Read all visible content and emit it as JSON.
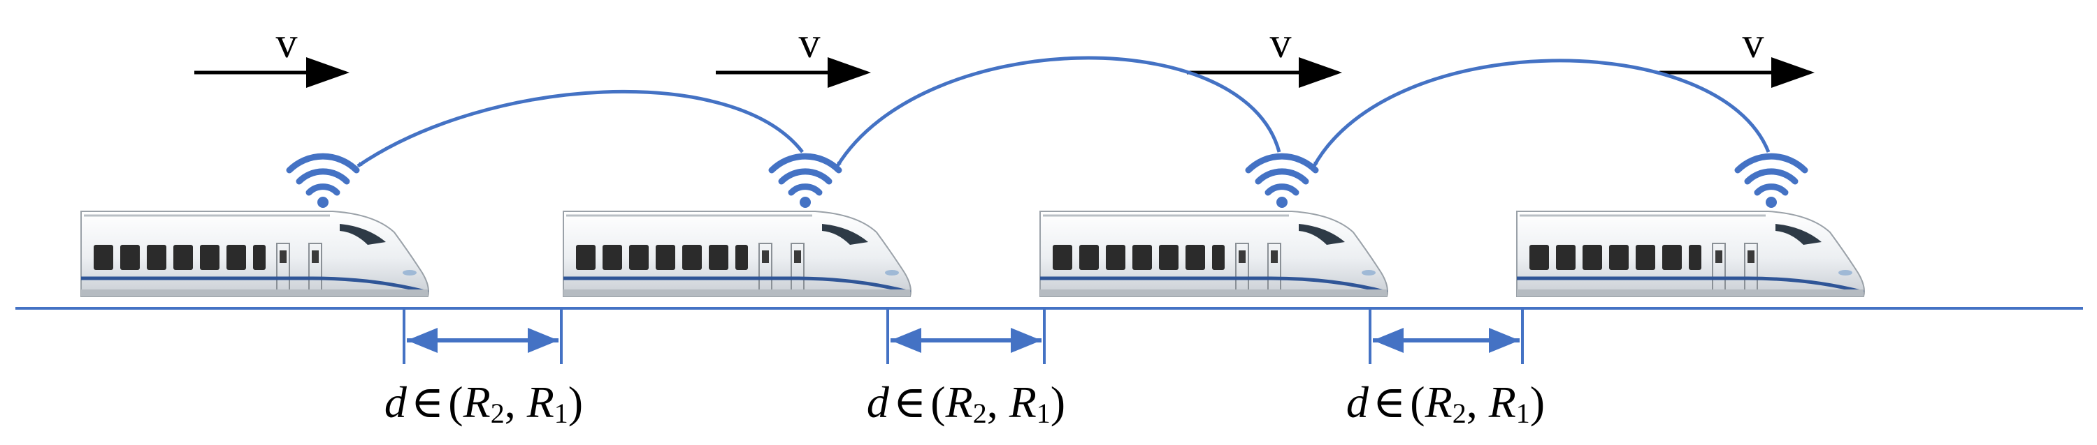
{
  "velocity_label": "v",
  "gap_labels": [
    {
      "d": "d",
      "in": "∈",
      "open": "(",
      "r2": "R",
      "r2_sub": "2",
      "sep": ",",
      "r1": "R",
      "r1_sub": "1",
      "close": ")"
    },
    {
      "d": "d",
      "in": "∈",
      "open": "(",
      "r2": "R",
      "r2_sub": "2",
      "sep": ",",
      "r1": "R",
      "r1_sub": "1",
      "close": ")"
    },
    {
      "d": "d",
      "in": "∈",
      "open": "(",
      "r2": "R",
      "r2_sub": "2",
      "sep": ",",
      "r1": "R",
      "r1_sub": "1",
      "close": ")"
    }
  ],
  "colors": {
    "link": "#4472c4",
    "track": "#4472c4",
    "arrow": "#000000",
    "train_body": "#eef0f2",
    "train_window": "#2b2b2b",
    "train_stripe": "#2f5597"
  },
  "icons": [
    "wifi-icon",
    "train-icon",
    "arrow-right-icon",
    "double-arrow-icon"
  ]
}
